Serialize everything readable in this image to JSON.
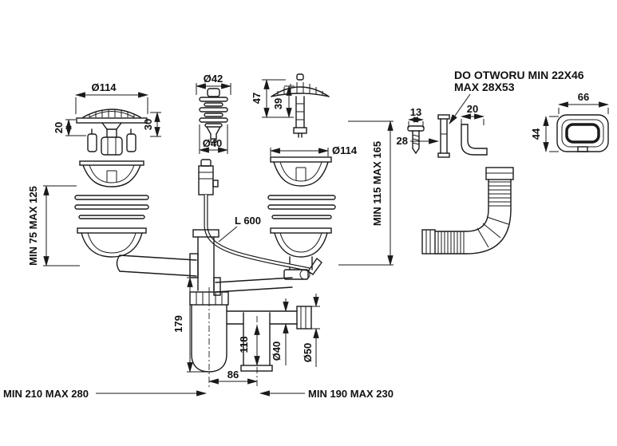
{
  "colors": {
    "background": "#ffffff",
    "line": "#1a1a1a"
  },
  "labels": {
    "dia114_left": "Ø114",
    "dim_20": "20",
    "dim_30": "30",
    "min75_max125": "MIN 75 MAX 125",
    "dia42": "Ø42",
    "dia40_top": "Ø40",
    "dim_47": "47",
    "dim_39": "39",
    "dia114_right": "Ø114",
    "min115_max165": "MIN 115 MAX 165",
    "hose_length": "L 600",
    "note_line1": "DO OTWORU MIN 22X46",
    "note_line2": "MAX 28X53",
    "dim_13": "13",
    "dim_28": "28",
    "dim_20b": "20",
    "dim_66": "66",
    "dim_44": "44",
    "dim_179": "179",
    "dim_118": "118",
    "dia40_bottom": "Ø40",
    "dia50": "Ø50",
    "dim_86": "86",
    "min210_max280": "MIN 210 MAX 280",
    "min190_max230": "MIN 190 MAX 230"
  }
}
